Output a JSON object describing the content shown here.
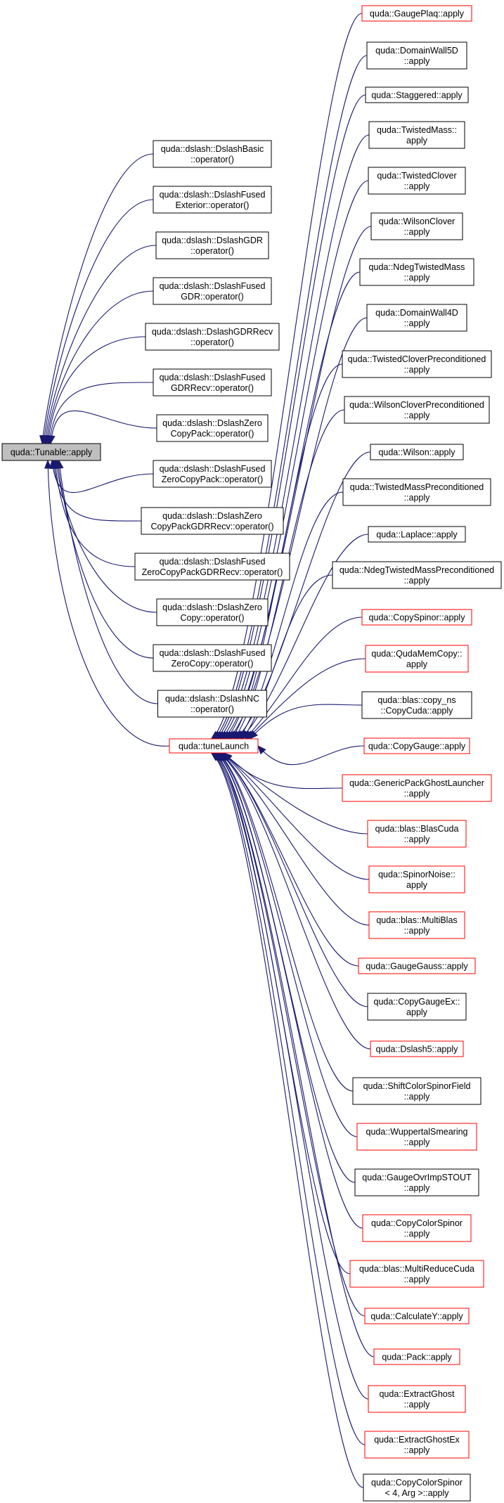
{
  "graph": {
    "root": {
      "id": "root",
      "lines": [
        "quda::Tunable::apply"
      ],
      "style": "focus"
    },
    "hub": {
      "id": "tune",
      "lines": [
        "quda::tuneLaunch"
      ],
      "style": "red"
    },
    "root_callers": [
      {
        "id": "d1",
        "lines": [
          "quda::dslash::DslashBasic",
          "::operator()"
        ],
        "style": "black"
      },
      {
        "id": "d2",
        "lines": [
          "quda::dslash::DslashFused",
          "Exterior::operator()"
        ],
        "style": "black"
      },
      {
        "id": "d3",
        "lines": [
          "quda::dslash::DslashGDR",
          "::operator()"
        ],
        "style": "black"
      },
      {
        "id": "d4",
        "lines": [
          "quda::dslash::DslashFused",
          "GDR::operator()"
        ],
        "style": "black"
      },
      {
        "id": "d5",
        "lines": [
          "quda::dslash::DslashGDRRecv",
          "::operator()"
        ],
        "style": "black"
      },
      {
        "id": "d6",
        "lines": [
          "quda::dslash::DslashFused",
          "GDRRecv::operator()"
        ],
        "style": "black"
      },
      {
        "id": "d7",
        "lines": [
          "quda::dslash::DslashZero",
          "CopyPack::operator()"
        ],
        "style": "black"
      },
      {
        "id": "d8",
        "lines": [
          "quda::dslash::DslashFused",
          "ZeroCopyPack::operator()"
        ],
        "style": "black"
      },
      {
        "id": "d9",
        "lines": [
          "quda::dslash::DslashZero",
          "CopyPackGDRRecv::operator()"
        ],
        "style": "black"
      },
      {
        "id": "d10",
        "lines": [
          "quda::dslash::DslashFused",
          "ZeroCopyPackGDRRecv::operator()"
        ],
        "style": "black"
      },
      {
        "id": "d11",
        "lines": [
          "quda::dslash::DslashZero",
          "Copy::operator()"
        ],
        "style": "black"
      },
      {
        "id": "d12",
        "lines": [
          "quda::dslash::DslashFused",
          "ZeroCopy::operator()"
        ],
        "style": "black"
      },
      {
        "id": "d13",
        "lines": [
          "quda::dslash::DslashNC",
          "::operator()"
        ],
        "style": "black"
      }
    ],
    "hub_callers": [
      {
        "id": "r1",
        "lines": [
          "quda::GaugePlaq::apply"
        ],
        "style": "red"
      },
      {
        "id": "r2",
        "lines": [
          "quda::DomainWall5D",
          "::apply"
        ],
        "style": "black"
      },
      {
        "id": "r3",
        "lines": [
          "quda::Staggered::apply"
        ],
        "style": "black"
      },
      {
        "id": "r4",
        "lines": [
          "quda::TwistedMass::",
          "apply"
        ],
        "style": "black"
      },
      {
        "id": "r5",
        "lines": [
          "quda::TwistedClover",
          "::apply"
        ],
        "style": "black"
      },
      {
        "id": "r6",
        "lines": [
          "quda::WilsonClover",
          "::apply"
        ],
        "style": "black"
      },
      {
        "id": "r7",
        "lines": [
          "quda::NdegTwistedMass",
          "::apply"
        ],
        "style": "black"
      },
      {
        "id": "r8",
        "lines": [
          "quda::DomainWall4D",
          "::apply"
        ],
        "style": "black"
      },
      {
        "id": "r9",
        "lines": [
          "quda::TwistedCloverPreconditioned",
          "::apply"
        ],
        "style": "black"
      },
      {
        "id": "r10",
        "lines": [
          "quda::WilsonCloverPreconditioned",
          "::apply"
        ],
        "style": "black"
      },
      {
        "id": "r11",
        "lines": [
          "quda::Wilson::apply"
        ],
        "style": "black"
      },
      {
        "id": "r12",
        "lines": [
          "quda::TwistedMassPreconditioned",
          "::apply"
        ],
        "style": "black"
      },
      {
        "id": "r13",
        "lines": [
          "quda::Laplace::apply"
        ],
        "style": "black"
      },
      {
        "id": "r14",
        "lines": [
          "quda::NdegTwistedMassPreconditioned",
          "::apply"
        ],
        "style": "black"
      },
      {
        "id": "r15",
        "lines": [
          "quda::CopySpinor::apply"
        ],
        "style": "red"
      },
      {
        "id": "r16",
        "lines": [
          "quda::QudaMemCopy::",
          "apply"
        ],
        "style": "red"
      },
      {
        "id": "r17",
        "lines": [
          "quda::blas::copy_ns",
          "::CopyCuda::apply"
        ],
        "style": "black"
      },
      {
        "id": "r18",
        "lines": [
          "quda::CopyGauge::apply"
        ],
        "style": "red"
      },
      {
        "id": "r19",
        "lines": [
          "quda::GenericPackGhostLauncher",
          "::apply"
        ],
        "style": "red"
      },
      {
        "id": "r20",
        "lines": [
          "quda::blas::BlasCuda",
          "::apply"
        ],
        "style": "red"
      },
      {
        "id": "r21",
        "lines": [
          "quda::SpinorNoise::",
          "apply"
        ],
        "style": "red"
      },
      {
        "id": "r22",
        "lines": [
          "quda::blas::MultiBlas",
          "::apply"
        ],
        "style": "red"
      },
      {
        "id": "r23",
        "lines": [
          "quda::GaugeGauss::apply"
        ],
        "style": "red"
      },
      {
        "id": "r24",
        "lines": [
          "quda::CopyGaugeEx::",
          "apply"
        ],
        "style": "black"
      },
      {
        "id": "r25",
        "lines": [
          "quda::Dslash5::apply"
        ],
        "style": "red"
      },
      {
        "id": "r26",
        "lines": [
          "quda::ShiftColorSpinorField",
          "::apply"
        ],
        "style": "black"
      },
      {
        "id": "r27",
        "lines": [
          "quda::WuppertalSmearing",
          "::apply"
        ],
        "style": "red"
      },
      {
        "id": "r28",
        "lines": [
          "quda::GaugeOvrImpSTOUT",
          "::apply"
        ],
        "style": "black"
      },
      {
        "id": "r29",
        "lines": [
          "quda::CopyColorSpinor",
          "::apply"
        ],
        "style": "red"
      },
      {
        "id": "r30",
        "lines": [
          "quda::blas::MultiReduceCuda",
          "::apply"
        ],
        "style": "red"
      },
      {
        "id": "r31",
        "lines": [
          "quda::CalculateY::apply"
        ],
        "style": "red"
      },
      {
        "id": "r32",
        "lines": [
          "quda::Pack::apply"
        ],
        "style": "red"
      },
      {
        "id": "r33",
        "lines": [
          "quda::ExtractGhost",
          "::apply"
        ],
        "style": "red"
      },
      {
        "id": "r34",
        "lines": [
          "quda::ExtractGhostEx",
          "::apply"
        ],
        "style": "red"
      },
      {
        "id": "r35",
        "lines": [
          "quda::CopyColorSpinor",
          "< 4, Arg >::apply"
        ],
        "style": "black"
      }
    ]
  },
  "colors": {
    "edge": "#191970",
    "focus_fill": "#bfbfbf",
    "black_border": "#000000",
    "red_border": "#ff0000",
    "node_fill": "#ffffff"
  }
}
